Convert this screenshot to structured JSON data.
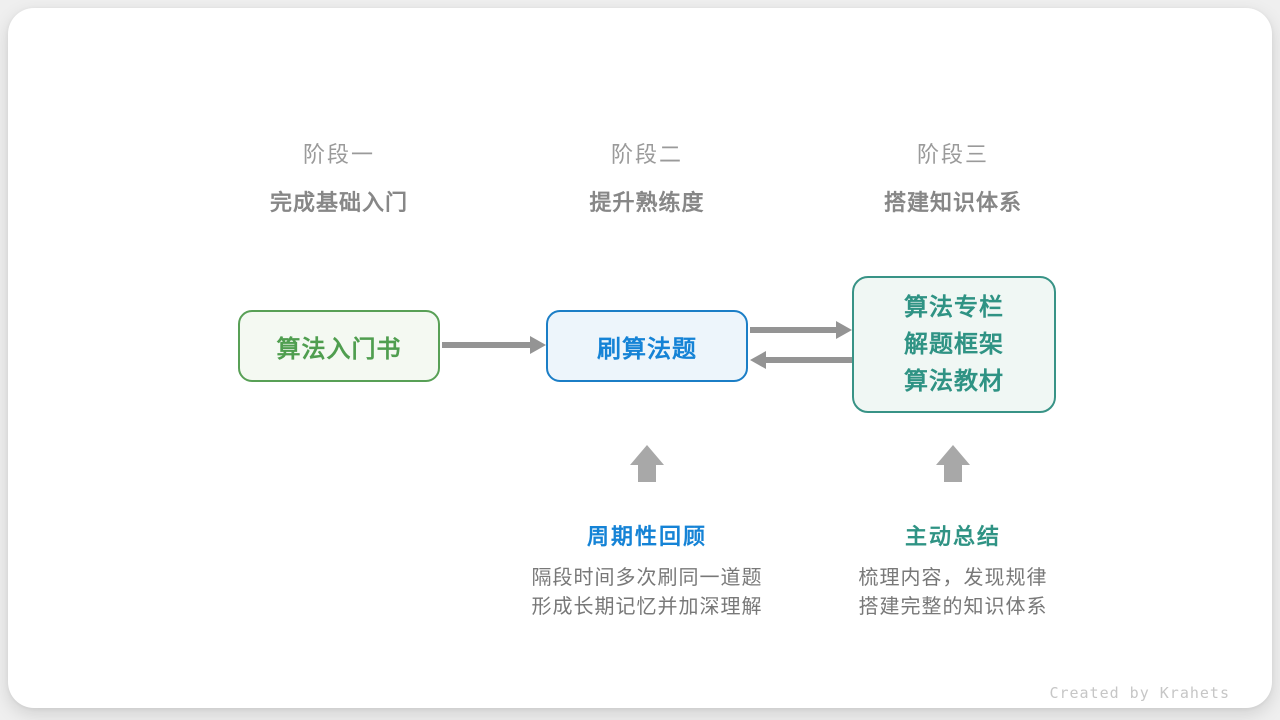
{
  "stages": [
    {
      "label": "阶段一",
      "subtitle": "完成基础入门"
    },
    {
      "label": "阶段二",
      "subtitle": "提升熟练度"
    },
    {
      "label": "阶段三",
      "subtitle": "搭建知识体系"
    }
  ],
  "nodes": {
    "book": {
      "label": "算法入门书"
    },
    "practice": {
      "label": "刷算法题"
    },
    "system": {
      "lines": [
        "算法专栏",
        "解题框架",
        "算法教材"
      ]
    }
  },
  "annotations": {
    "review": {
      "title": "周期性回顾",
      "lines": [
        "隔段时间多次刷同一道题",
        "形成长期记忆并加深理解"
      ]
    },
    "summary": {
      "title": "主动总结",
      "lines": [
        "梳理内容，发现规律",
        "搭建完整的知识体系"
      ]
    }
  },
  "credit": "Created by Krahets",
  "icons": {
    "arrow_right": "arrow-right-icon",
    "arrow_left": "arrow-left-icon",
    "arrow_up": "arrow-up-icon"
  },
  "colors": {
    "green_border": "#58a056",
    "green_text": "#4f9e4f",
    "green_bg": "#f4f9f2",
    "blue_border": "#1b7ec6",
    "blue_text": "#1583d6",
    "blue_bg": "#edf5fb",
    "teal_border": "#389386",
    "teal_text": "#2f9384",
    "teal_bg": "#f0f7f4",
    "flow_arrow_gray": "#949494",
    "block_arrow_gray": "#a8a8a8",
    "stage_label_gray": "#9a9a9a",
    "stage_subtitle_gray": "#878787",
    "description_gray": "#787878",
    "credit_gray": "#c6c6c6",
    "card_bg": "#ffffff",
    "page_bg": "#efefef"
  }
}
